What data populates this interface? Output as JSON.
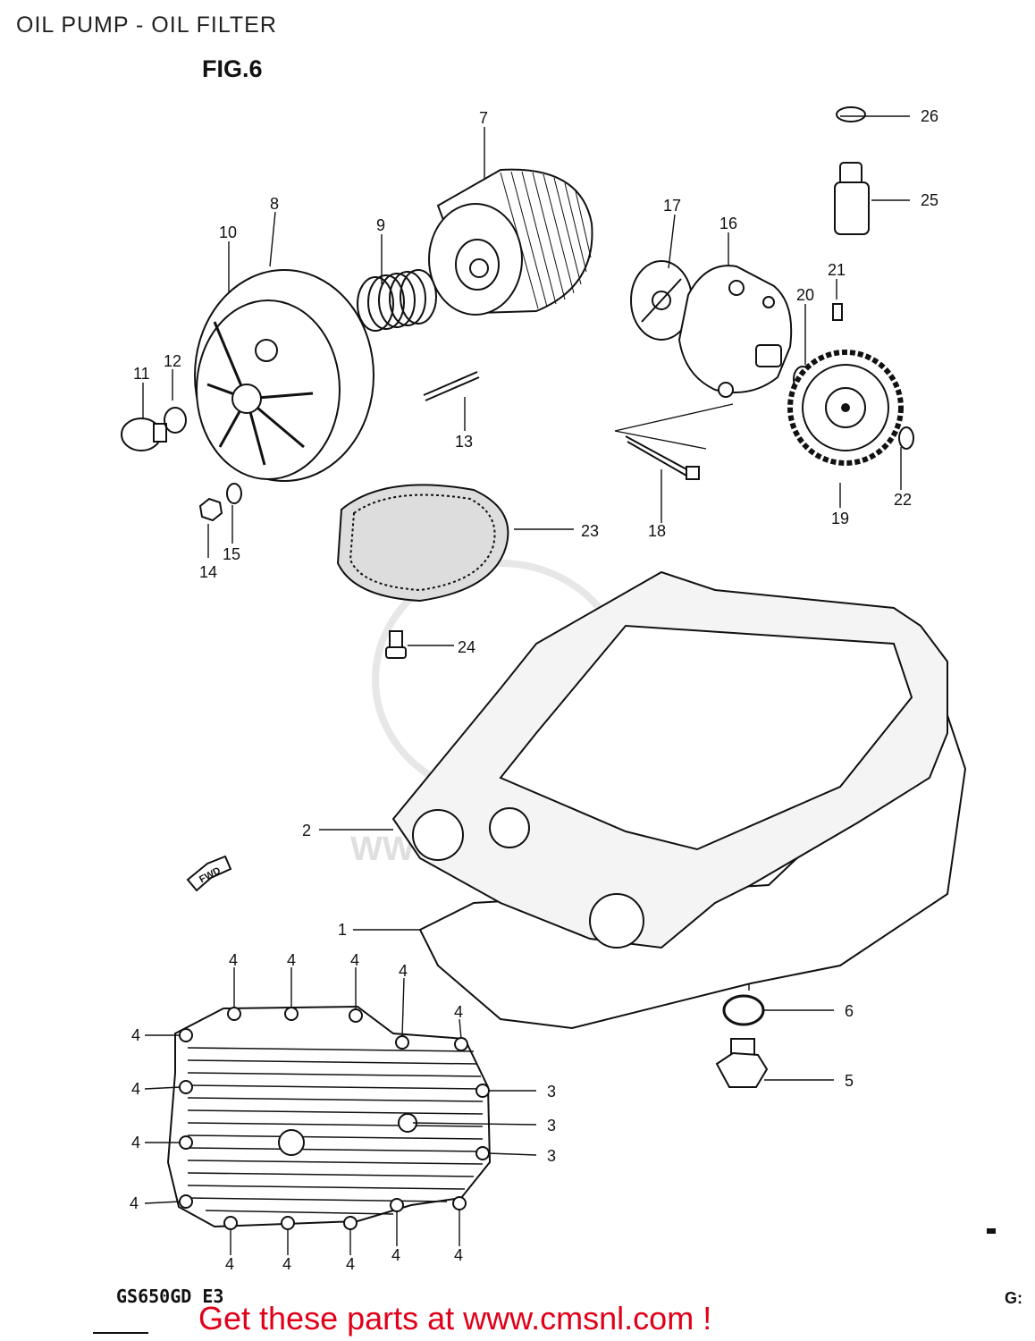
{
  "header": {
    "title": "OIL PUMP - OIL FILTER"
  },
  "figure": {
    "label": "FIG.6",
    "model_code": "GS650GD E3",
    "model_code_cut": "G:"
  },
  "watermark": {
    "text": "WWW.CMSNL.COM"
  },
  "direction_arrow": {
    "label": "FWD"
  },
  "footer": {
    "promo": "Get these parts at www.cmsnl.com !"
  },
  "callouts": {
    "p1": "1",
    "p2": "2",
    "p3a": "3",
    "p3b": "3",
    "p3c": "3",
    "p4a": "4",
    "p4b": "4",
    "p4c": "4",
    "p4d": "4",
    "p4e": "4",
    "p4f": "4",
    "p4g": "4",
    "p4h": "4",
    "p4i": "4",
    "p4j": "4",
    "p4k": "4",
    "p4l": "4",
    "p4m": "4",
    "p4n": "4",
    "p5": "5",
    "p6": "6",
    "p7": "7",
    "p8": "8",
    "p9": "9",
    "p10": "10",
    "p11": "11",
    "p12": "12",
    "p13": "13",
    "p14": "14",
    "p15": "15",
    "p16": "16",
    "p17": "17",
    "p18": "18",
    "p19": "19",
    "p20": "20",
    "p21": "21",
    "p22": "22",
    "p23": "23",
    "p24": "24",
    "p25": "25",
    "p26": "26"
  }
}
